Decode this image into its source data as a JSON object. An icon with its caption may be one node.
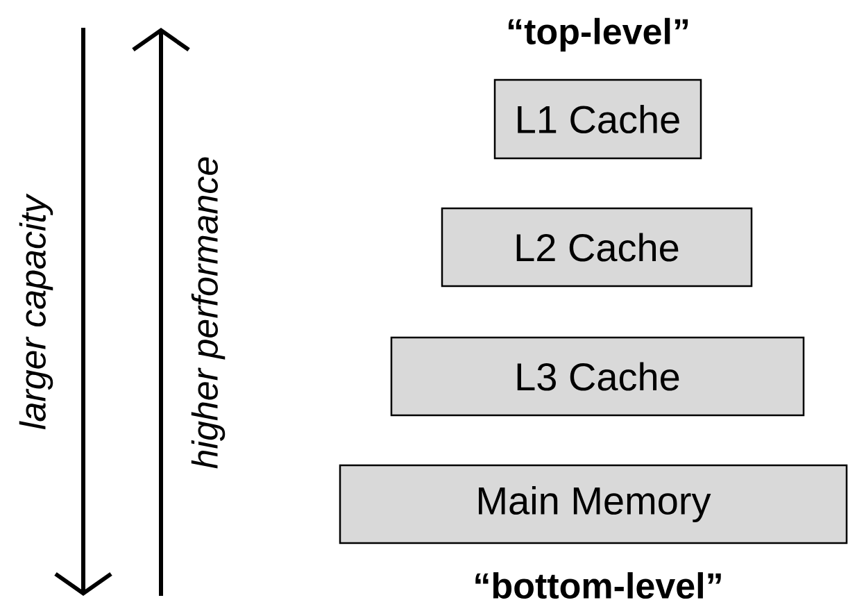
{
  "diagram": {
    "nodes": [
      {
        "text": [
          "L1 Cache"
        ]
      },
      {
        "text": [
          "L2 Cache"
        ]
      },
      {
        "text": [
          "L3 Cache"
        ]
      },
      {
        "text": [
          "Main Memory"
        ]
      }
    ],
    "labels": [
      "larger capacity",
      "higher performance",
      "“top-level”",
      "“bottom-level”"
    ]
  }
}
